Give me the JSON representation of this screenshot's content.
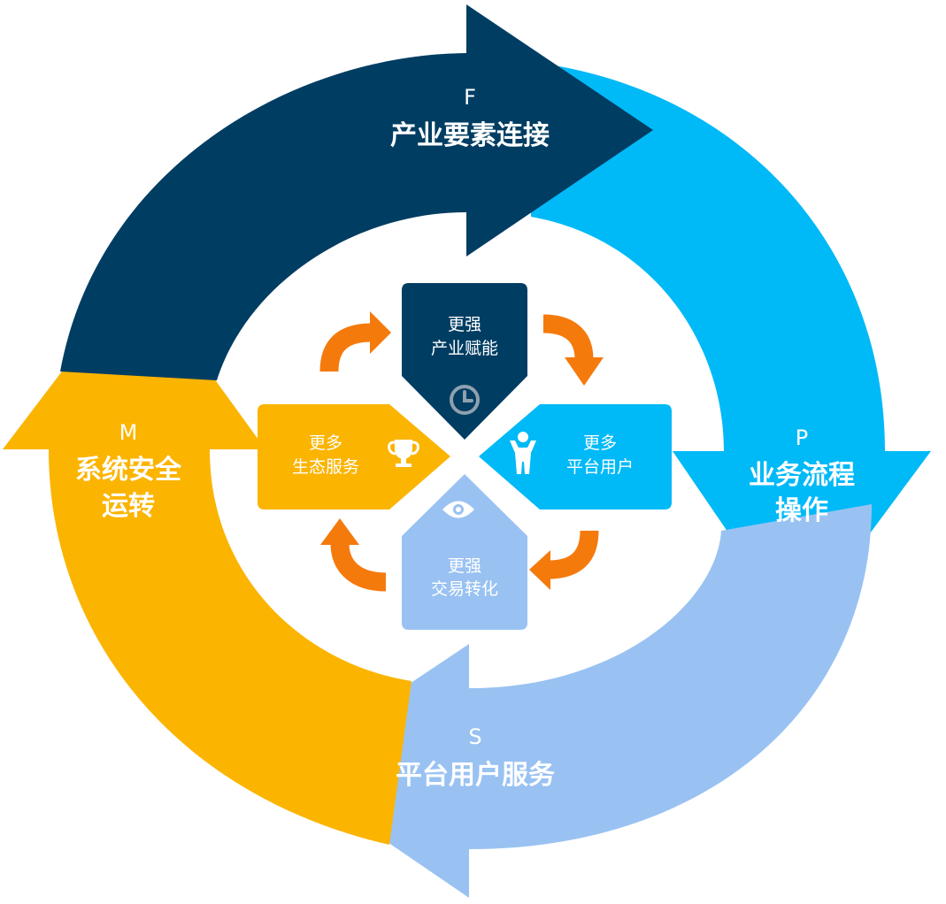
{
  "colors": {
    "dark_navy": "#003d62",
    "sky_blue": "#00b9f7",
    "light_blue": "#99c2f2",
    "amber": "#fbb400",
    "orange": "#f57a0c",
    "white": "#ffffff"
  },
  "ring": {
    "top": {
      "letter": "F",
      "line1": "产业要素连接"
    },
    "right": {
      "letter": "P",
      "line1": "业务流程",
      "line2": "操作"
    },
    "bottom": {
      "letter": "S",
      "line1": "平台用户服务"
    },
    "left": {
      "letter": "M",
      "line1": "系统安全",
      "line2": "运转"
    }
  },
  "center": {
    "top": {
      "line1": "更强",
      "line2": "产业赋能",
      "icon": "clock-icon"
    },
    "right": {
      "line1": "更多",
      "line2": "平台用户",
      "icon": "person-icon"
    },
    "bottom": {
      "line1": "更强",
      "line2": "交易转化",
      "icon": "eye-icon"
    },
    "left": {
      "line1": "更多",
      "line2": "生态服务",
      "icon": "trophy-icon"
    }
  }
}
